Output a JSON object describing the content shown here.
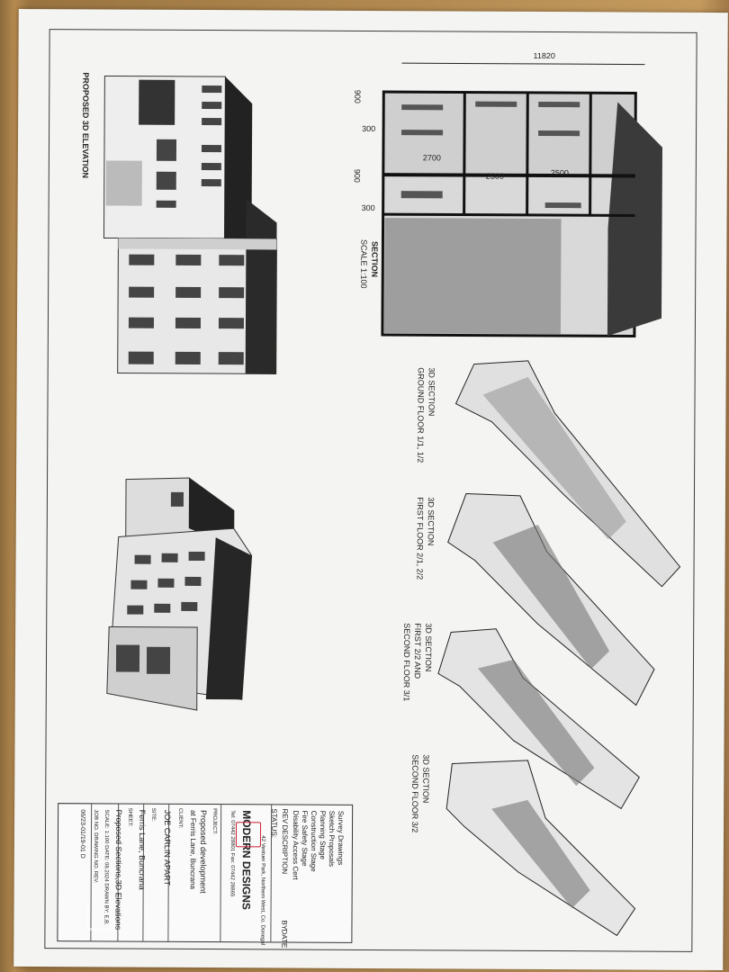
{
  "labels": {
    "elev": "PROPOSED 3D ELEVATION",
    "section": "SECTION",
    "scale": "SCALE 1:100",
    "dim_total": "11820",
    "dim_900a": "900",
    "dim_300a": "300",
    "dim_2700": "2700",
    "dim_2500a": "2500",
    "dim_2500b": "2500",
    "dim_900b": "900",
    "dim_300b": "300",
    "sec_gf_1": "3D SECTION",
    "sec_gf_2": "GROUND FLOOR 1/1, 1/2",
    "sec_ff_1": "3D SECTION",
    "sec_ff_2": "FIRST FLOOR 2/1, 2/2",
    "sec_2f_1": "3D SECTION",
    "sec_2f_2": "FIRST 2/2 AND",
    "sec_2f_3": "SECOND FLOOR 3/1",
    "sec_3f_1": "3D SECTION",
    "sec_3f_2": "SECOND FLOOR 3/2"
  },
  "titleblock": {
    "status_items": [
      "Survey Drawings",
      "Sketch Proposals",
      "Planning Stage",
      "Construction Stage",
      "Fire Safety Stage",
      "Disability Access Cert"
    ],
    "rev": "REV",
    "description": "DESCRIPTION",
    "by": "BY",
    "date": "DATE",
    "status": "STATUS:",
    "company_addr": "42 Ventuer Park, Northern West, Co. Donegal",
    "company": "MODERN DESIGNS",
    "tel": "Tel: 07442 28801   Fax: 07442 28865",
    "project_label": "PROJECT:",
    "project_1": "Proposed development",
    "project_2": "at Ferris Lane, Buncrana",
    "client_label": "CLIENT:",
    "client": "JOE CARLIN APART",
    "site_label": "SITE:",
    "site": "Ferris Lane, Buncrana",
    "sheet_label": "SHEET:",
    "sheet": "Proposed Sections,3D Elevations",
    "meta": "SCALE: 1:100   DATE: 08.2024   DRAWN BY: E.B.",
    "job": "JOB NO.   DRAWING NO.   REV.",
    "drg": "06/23-01/19-01   D"
  }
}
